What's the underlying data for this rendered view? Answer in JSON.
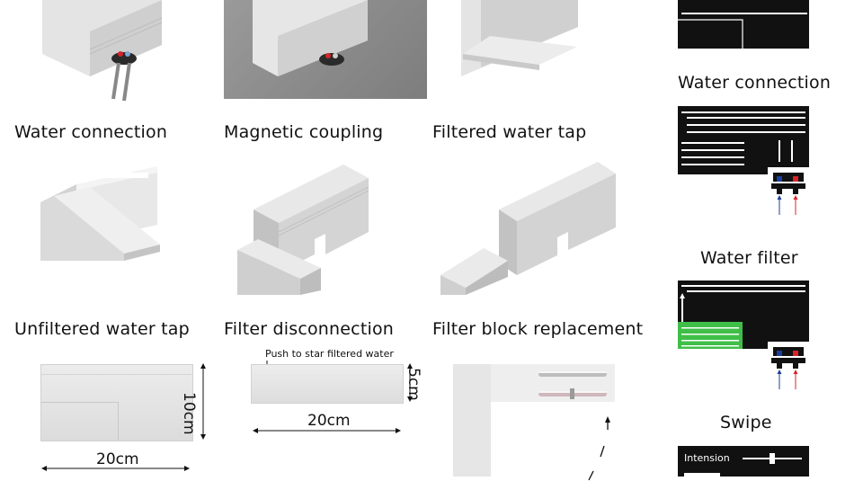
{
  "captions": {
    "water_connection": "Water connection",
    "magnetic_coupling": "Magnetic coupling",
    "filtered_water_tap": "Filtered water tap",
    "unfiltered_water_tap": "Unfiltered water tap",
    "filter_disconnection": "Filter disconnection",
    "filter_block_replacement": "Filter block replacement"
  },
  "dimensions": {
    "front_height": "10cm",
    "front_width": "20cm",
    "side_width": "20cm",
    "side_height": "5cm",
    "push_note": "Push to star filtered water"
  },
  "right_panel": {
    "water_connection": "Water connection",
    "water_filter": "Water filter",
    "swipe": "Swipe",
    "swipe_row_1": "Intension"
  },
  "colors": {
    "hot": "#d8232a",
    "cold": "#1b3f9a",
    "filter_green": "#3fbf48",
    "diagram_bg": "#111111"
  }
}
